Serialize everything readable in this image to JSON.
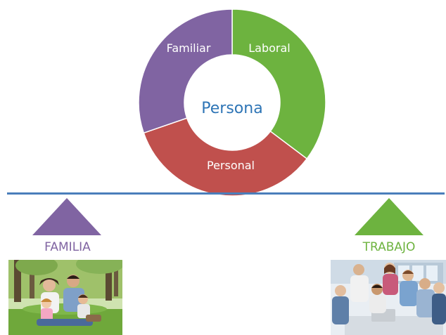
{
  "diagram": {
    "center_label": "Persona",
    "segments": [
      {
        "label": "Laboral",
        "color": "#6db33f"
      },
      {
        "label": "Personal",
        "color": "#c0504d"
      },
      {
        "label": "Familiar",
        "color": "#8064a2"
      }
    ],
    "center_color": "#2e75b6",
    "label_color": "#ffffff"
  },
  "divider": {
    "color": "#4a7ebb"
  },
  "left_side": {
    "label": "FAMILIA",
    "color": "#8064a2",
    "photo_subject": "family-photo"
  },
  "right_side": {
    "label": "TRABAJO",
    "color": "#6db33f",
    "photo_subject": "office-team-photo"
  }
}
